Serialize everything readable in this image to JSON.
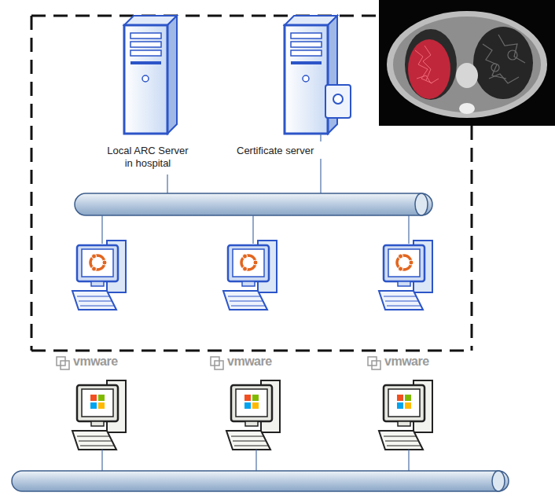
{
  "diagram": {
    "nodes": [
      {
        "text": [
          "Local ARC Server in hospital"
        ]
      },
      {
        "text": [
          "Certificate server"
        ]
      }
    ],
    "labels": [
      "vmware",
      "vmware",
      "vmware"
    ]
  }
}
